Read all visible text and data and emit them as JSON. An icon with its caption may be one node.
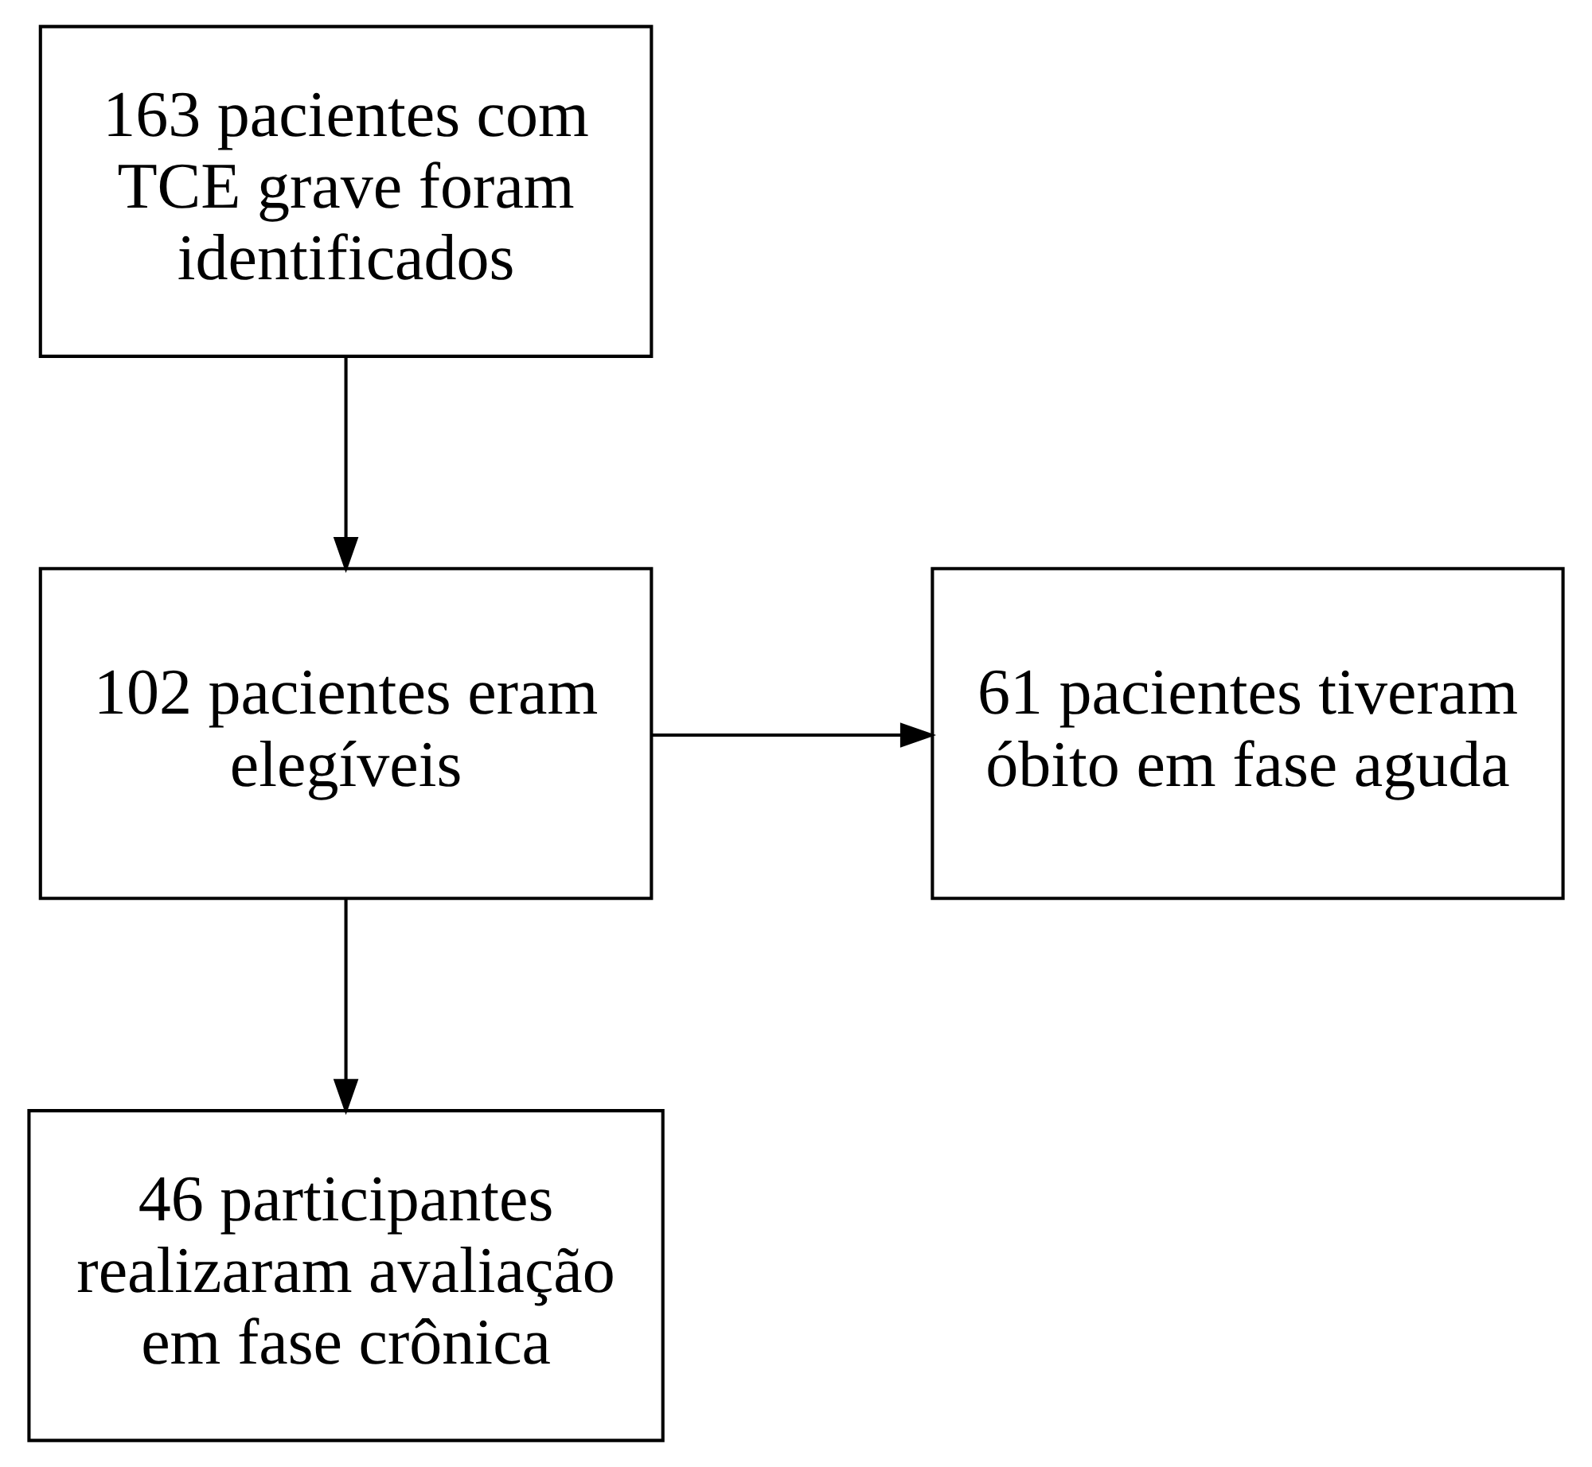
{
  "diagram": {
    "nodes": [
      {
        "text": [
          "163 pacientes com TCE grave foram identificados"
        ]
      },
      {
        "text": [
          "102 pacientes eram elegíveis"
        ]
      },
      {
        "text": [
          "61 pacientes tiveram óbito em fase aguda"
        ]
      },
      {
        "text": [
          "46 participantes realizaram avaliação em fase crônica"
        ]
      }
    ],
    "edges": [
      {
        "from": 0,
        "to": 1,
        "arrow": "to"
      },
      {
        "from": 1,
        "to": 2,
        "arrow": "to"
      },
      {
        "from": 1,
        "to": 3,
        "arrow": "to"
      }
    ]
  }
}
